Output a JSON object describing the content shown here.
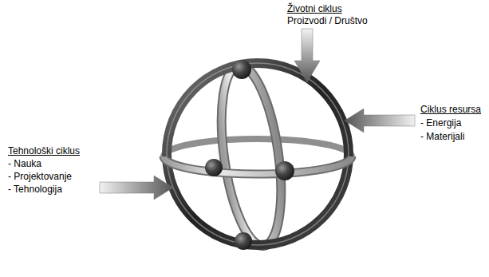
{
  "diagram": {
    "labels": [
      "Životni ciklus",
      "Proizvodi / Društvo",
      "Ciklus resursa",
      "- Energija",
      "- Materijali",
      "Tehnološki ciklus",
      "- Nauka",
      "- Projektovanje",
      "- Tehnologija"
    ]
  }
}
